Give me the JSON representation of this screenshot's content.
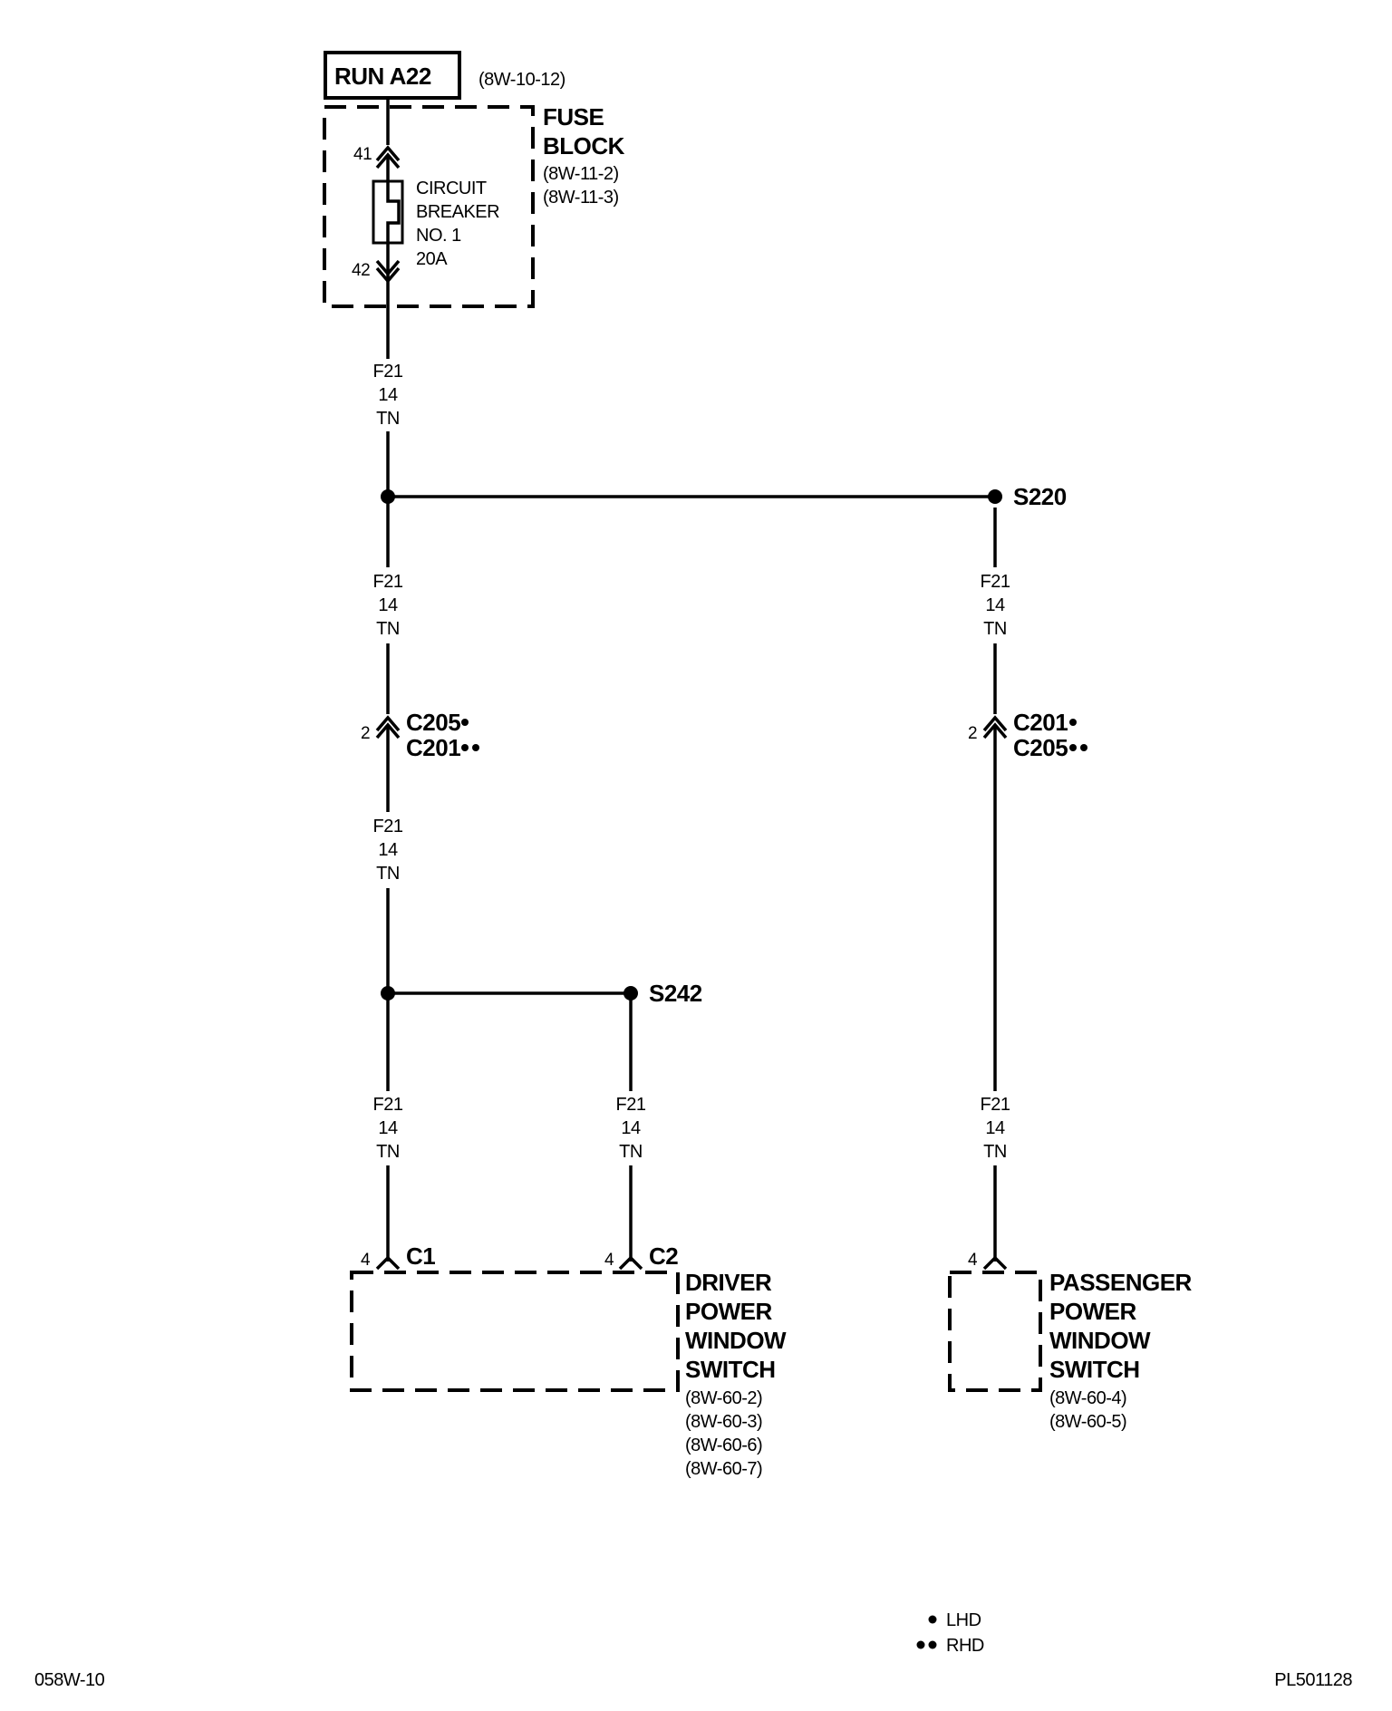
{
  "run": {
    "label": "RUN A22",
    "ref": "(8W-10-12)"
  },
  "fuse_block": {
    "title_1": "FUSE",
    "title_2": "BLOCK",
    "refs": [
      "(8W-11-2)",
      "(8W-11-3)"
    ],
    "pin_in": "41",
    "pin_out": "42",
    "breaker": [
      "CIRCUIT",
      "BREAKER",
      "NO. 1",
      "20A"
    ]
  },
  "wire": {
    "circuit": "F21",
    "gauge": "14",
    "color": "TN"
  },
  "splices": {
    "s220": "S220",
    "s242": "S242"
  },
  "connectors": {
    "left": {
      "pin": "2",
      "line_1": "C205",
      "line_2": "C201"
    },
    "right": {
      "pin": "2",
      "line_1": "C201",
      "line_2": "C205"
    }
  },
  "driver_switch": {
    "c1": {
      "pin": "4",
      "label": "C1"
    },
    "c2": {
      "pin": "4",
      "label": "C2"
    },
    "title": [
      "DRIVER",
      "POWER",
      "WINDOW",
      "SWITCH"
    ],
    "refs": [
      "(8W-60-2)",
      "(8W-60-3)",
      "(8W-60-6)",
      "(8W-60-7)"
    ]
  },
  "passenger_switch": {
    "pin": "4",
    "title": [
      "PASSENGER",
      "POWER",
      "WINDOW",
      "SWITCH"
    ],
    "refs": [
      "(8W-60-4)",
      "(8W-60-5)"
    ]
  },
  "legend": {
    "lhd": "LHD",
    "rhd": "RHD"
  },
  "footer": {
    "left": "058W-10",
    "right": "PL501128"
  }
}
